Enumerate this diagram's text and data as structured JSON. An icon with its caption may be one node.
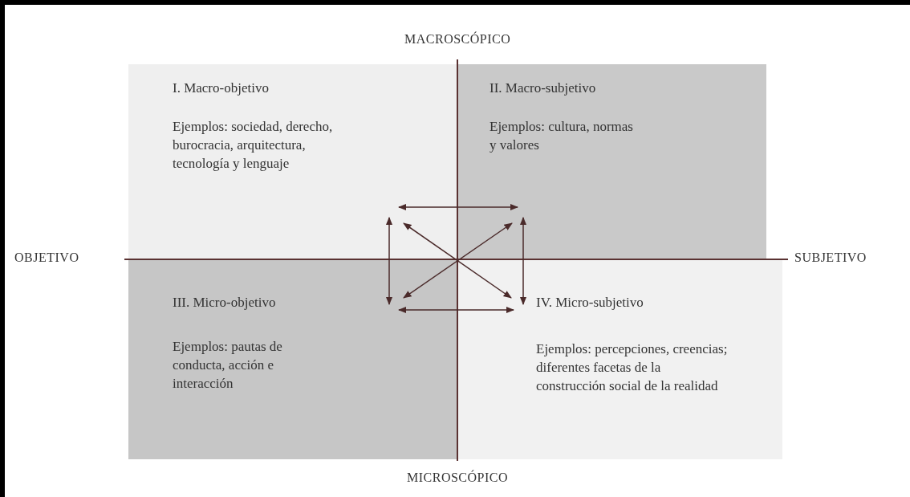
{
  "diagram": {
    "nodes": [
      {
        "text": [
          "I. Macro-objetivo",
          "Ejemplos: sociedad, derecho, burocracia, arquitectura, tecnología y lenguaje"
        ]
      },
      {
        "text": [
          "II. Macro-subjetivo",
          "Ejemplos: cultura, normas y valores"
        ]
      },
      {
        "text": [
          "III. Micro-objetivo",
          "Ejemplos: pautas de conducta, acción e interacción"
        ]
      },
      {
        "text": [
          "IV. Micro-subjetivo",
          "Ejemplos: percepciones, creencias; diferentes facetas de la construcción social de la realidad"
        ]
      }
    ],
    "edges": [
      {
        "from": 0,
        "to": 1,
        "arrow": "both"
      },
      {
        "from": 0,
        "to": 2,
        "arrow": "both"
      },
      {
        "from": 0,
        "to": 3,
        "arrow": "both"
      },
      {
        "from": 1,
        "to": 2,
        "arrow": "both"
      },
      {
        "from": 1,
        "to": 3,
        "arrow": "both"
      },
      {
        "from": 2,
        "to": 3,
        "arrow": "both"
      }
    ],
    "labels": [
      "MACROSCÓPICO",
      "OBJETIVO",
      "SUBJETIVO",
      "MICROSCÓPICO"
    ]
  }
}
